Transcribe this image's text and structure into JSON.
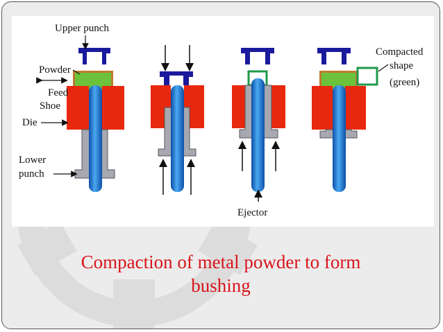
{
  "diagram": {
    "labels": {
      "upper_punch": "Upper  punch",
      "powder": "Powder",
      "feed": "Feed",
      "shoe": "Shoe",
      "die": "Die",
      "lower": "Lower",
      "punch": "punch",
      "compacted": "Compacted",
      "shape": "shape",
      "green": "(green)",
      "ejector": "Ejector"
    },
    "colors": {
      "punch": "#1a1a9c",
      "die": "#e8280e",
      "lower_punch": "#a8a8b0",
      "powder": "#6cc23a",
      "feed_shoe": "#c07a30",
      "rod": "#1e7fd8",
      "compact_green": "#1f9a4a"
    }
  },
  "caption": {
    "line1": "Compaction of metal powder to form",
    "line2": "bushing"
  }
}
